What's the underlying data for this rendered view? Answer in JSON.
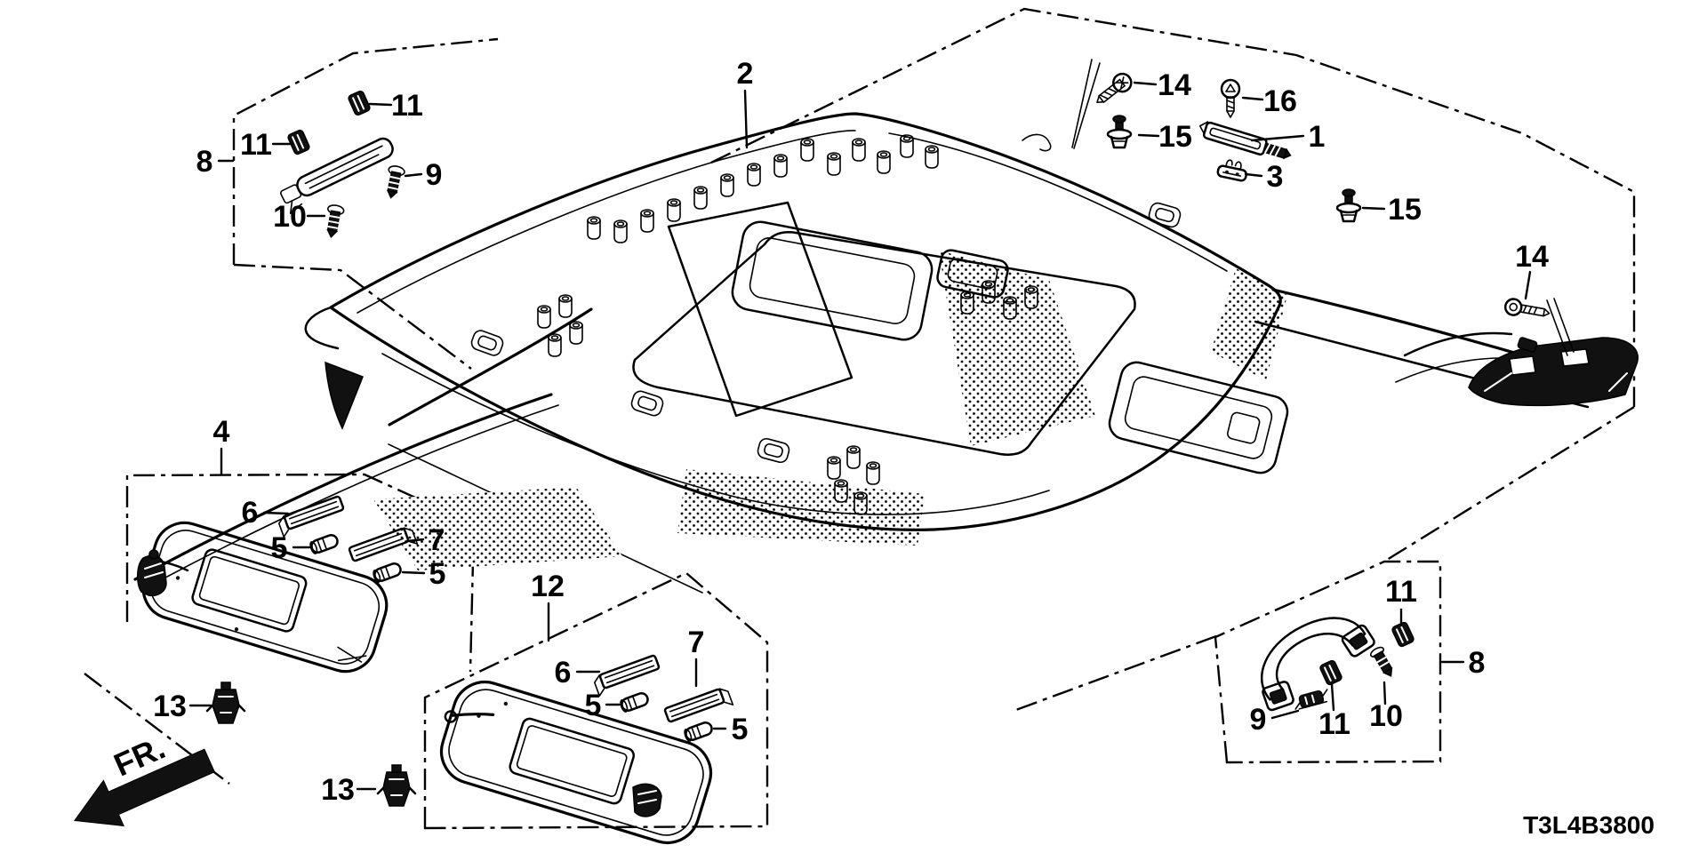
{
  "diagram": {
    "code": "T3L4B3800",
    "direction_label": "FR.",
    "colors": {
      "ink": "#000000",
      "paper": "#ffffff"
    }
  },
  "labels": {
    "p2": "2",
    "p8_top": "8",
    "p11_top_a": "11",
    "p11_top_b": "11",
    "p9_top": "9",
    "p10_top": "10",
    "p14_a": "14",
    "p16": "16",
    "p15_a": "15",
    "p1": "1",
    "p3": "3",
    "p15_b": "15",
    "p14_b": "14",
    "p4": "4",
    "p6_a": "6",
    "p5_a1": "5",
    "p7_a": "7",
    "p5_a2": "5",
    "p13_a": "13",
    "p12": "12",
    "p6_b": "6",
    "p5_b1": "5",
    "p7_b": "7",
    "p5_b2": "5",
    "p13_b": "13",
    "p8_bottom": "8",
    "p11_br_a": "11",
    "p11_br_b": "11",
    "p9_b": "9",
    "p10_b": "10"
  }
}
